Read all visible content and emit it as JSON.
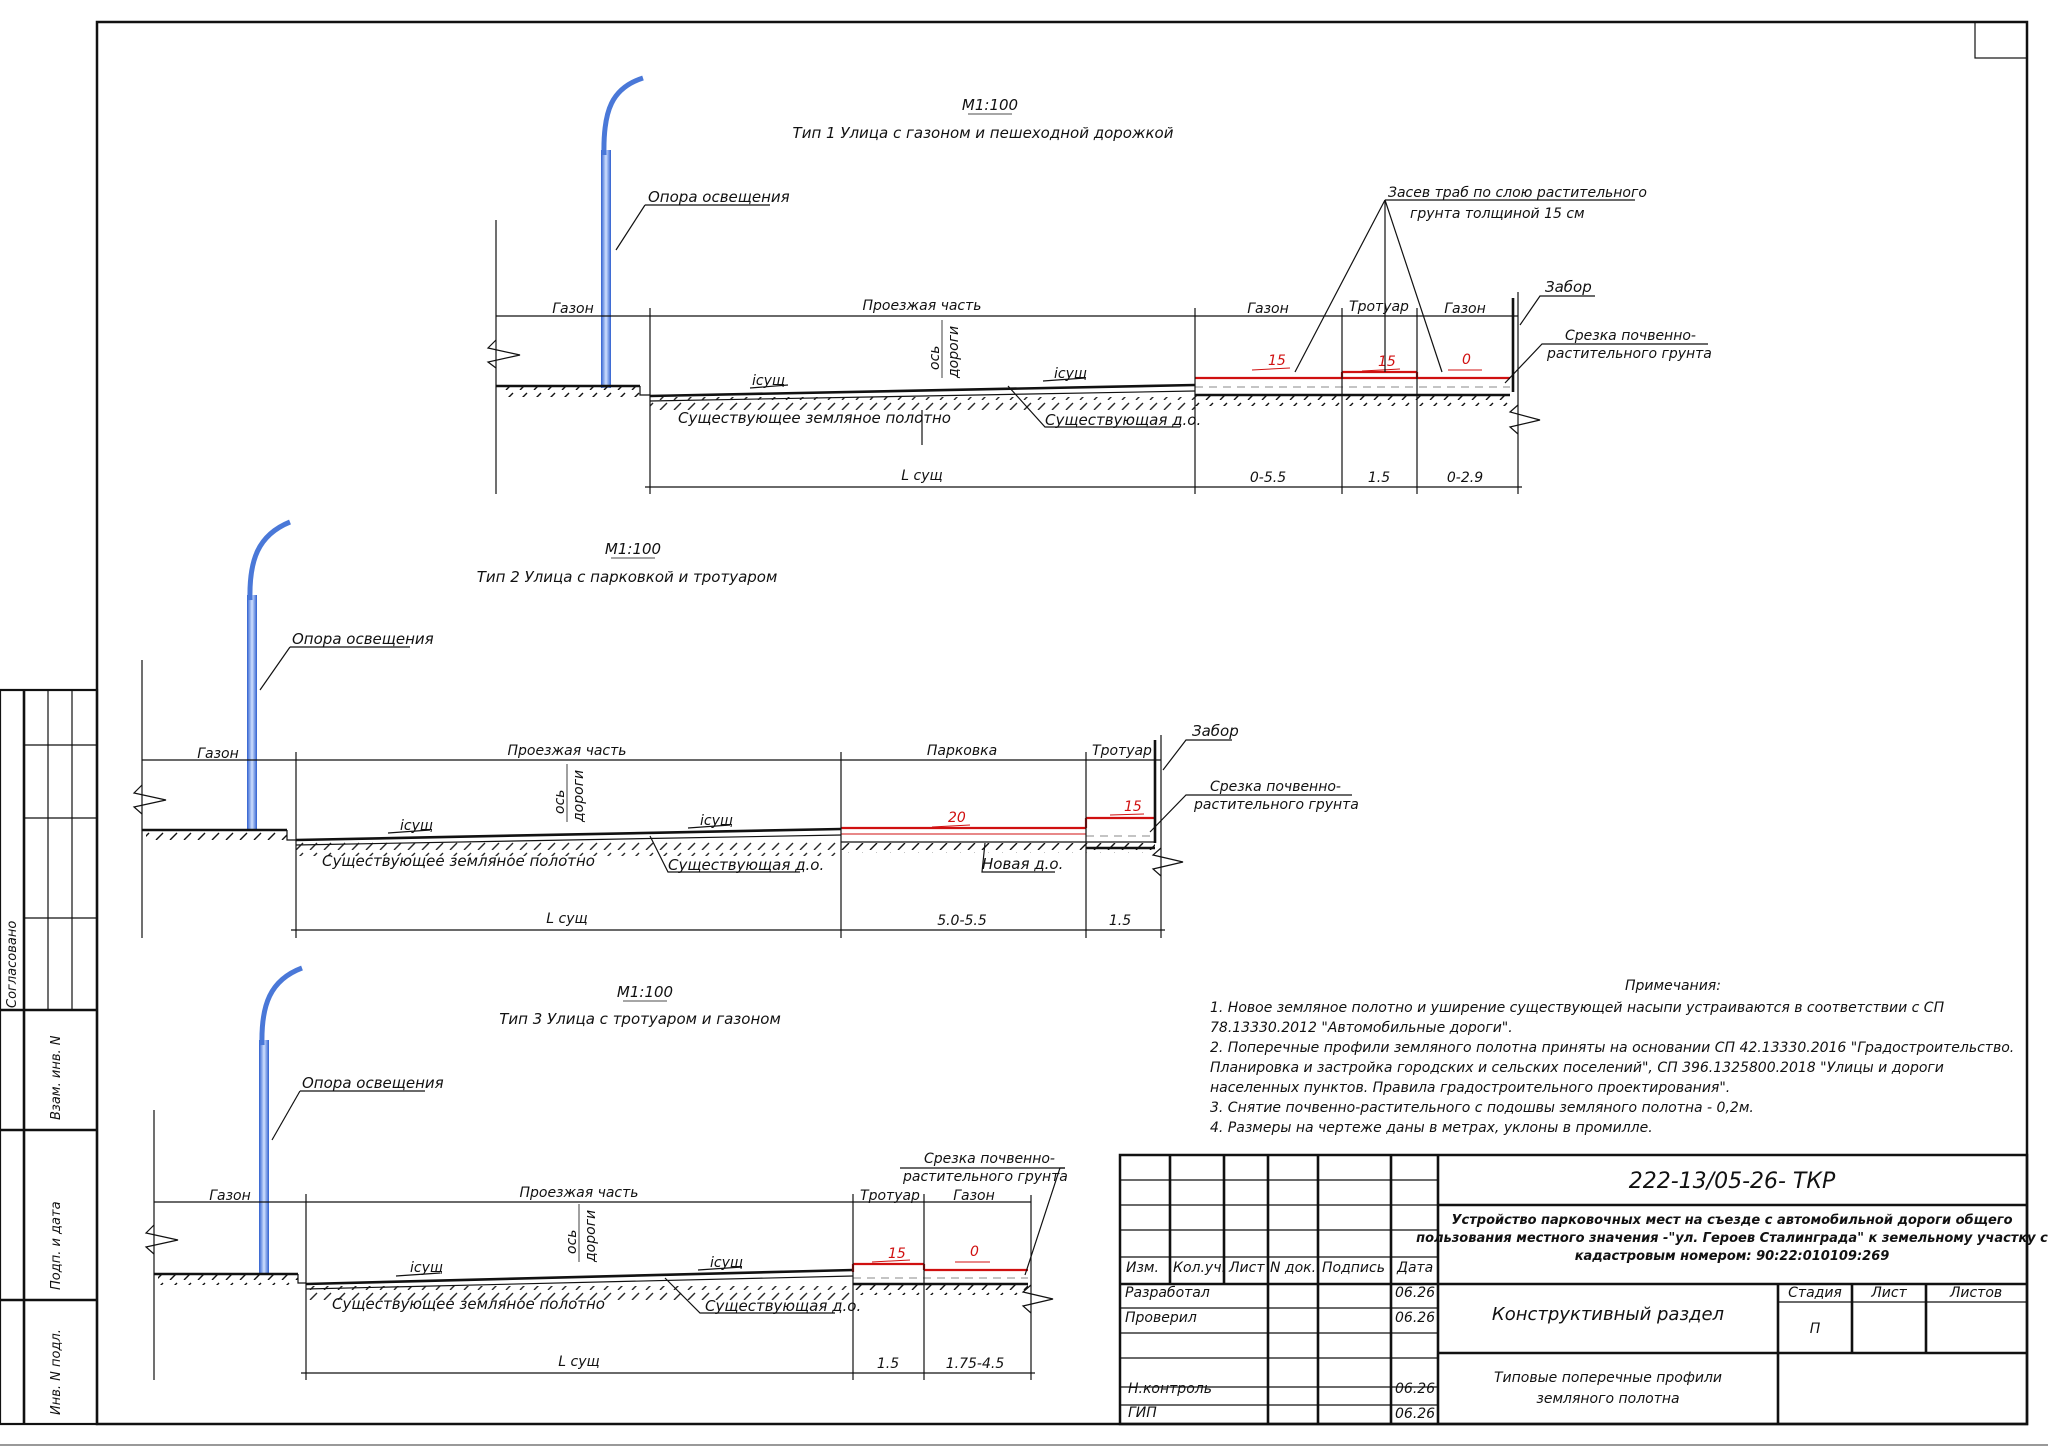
{
  "colors": {
    "line": "#111111",
    "red": "#d01010",
    "pole": "#4a78d8"
  },
  "icons": {
    "pole": "street-light-pole-icon",
    "arrow": "slope-arrow-icon",
    "break": "break-line-icon"
  },
  "profiles": [
    {
      "scale": "М1:100",
      "title": "Тип  1  Улица с газоном и пешеходной дорожкой",
      "pole_label": "Опора освещения",
      "zones": [
        "Газон",
        "Проезжая часть",
        "Газон",
        "Тротуар",
        "Газон"
      ],
      "axis_top": "ось",
      "axis_bottom": "дороги",
      "slope_left": "iсущ",
      "slope_right": "iсущ",
      "existing_subgrade": "Существующее земляное полотно",
      "existing_pavement": "Существующая д.о.",
      "grass_note_1": "Засев траб по слою растительного",
      "grass_note_2": "грунта толщиной 15 см",
      "fence": "Забор",
      "soil_cut_1": "Срезка почвенно-",
      "soil_cut_2": "растительного грунта",
      "slopes_red": [
        "15",
        "15",
        "0"
      ],
      "dims": [
        "L сущ",
        "0-5.5",
        "1.5",
        "0-2.9"
      ]
    },
    {
      "scale": "М1:100",
      "title": "Тип  2  Улица с парковкой и тротуаром",
      "pole_label": "Опора освещения",
      "zones": [
        "Газон",
        "Проезжая часть",
        "Парковка",
        "Тротуар"
      ],
      "axis_top": "ось",
      "axis_bottom": "дороги",
      "slope_left": "iсущ",
      "slope_right": "iсущ",
      "existing_subgrade": "Существующее земляное полотно",
      "existing_pavement": "Существующая д.о.",
      "new_pavement": "Новая д.о.",
      "fence": "Забор",
      "soil_cut_1": "Срезка почвенно-",
      "soil_cut_2": "растительного грунта",
      "slopes_red": [
        "20",
        "15"
      ],
      "dims": [
        "L сущ",
        "5.0-5.5",
        "1.5"
      ]
    },
    {
      "scale": "М1:100",
      "title": "Тип  3  Улица с тротуаром и газоном",
      "pole_label": "Опора освещения",
      "zones": [
        "Газон",
        "Проезжая часть",
        "Тротуар",
        "Газон"
      ],
      "axis_top": "ось",
      "axis_bottom": "дороги",
      "slope_left": "iсущ",
      "slope_right": "iсущ",
      "existing_subgrade": "Существующее земляное полотно",
      "existing_pavement": "Существующая д.о.",
      "soil_cut_1": "Срезка почвенно-",
      "soil_cut_2": "растительного грунта",
      "slopes_red": [
        "15",
        "0"
      ],
      "dims": [
        "L сущ",
        "1.5",
        "1.75-4.5"
      ]
    }
  ],
  "notes": {
    "title": "Примечания:",
    "lines": [
      "1. Новое земляное полотно и уширение существующей насыпи устраиваются в соответствии с СП",
      "78.13330.2012 \"Автомобильные дороги\".",
      "2. Поперечные профили земляного полотна приняты на основании СП 42.13330.2016 \"Градостроительство.",
      "Планировка и застройка городских и сельских поселений\", СП 396.1325800.2018 \"Улицы и дороги",
      "населенных пунктов. Правила градостроительного проектирования\".",
      "3. Снятие почвенно-растительного с подошвы земляного полотна - 0,2м.",
      "4. Размеры на чертеже даны в метрах, уклоны в промилле."
    ]
  },
  "title_block": {
    "code": "222-13/05-26- ТКР",
    "project_lines": [
      "Устройство парковочных мест на съезде с автомобильной дороги общего",
      "пользования местного значения -\"ул. Героев Сталинграда\" к земельному участку с",
      "кадастровым номером: 90:22:010109:269"
    ],
    "headers": [
      "Изм.",
      "Кол.уч.",
      "Лист",
      "N док.",
      "Подпись",
      "Дата"
    ],
    "roles": [
      {
        "role": "Разработал",
        "date": "06.26"
      },
      {
        "role": "Проверил",
        "date": "06.26"
      },
      {
        "role": "",
        "date": ""
      },
      {
        "role": "Н.контроль",
        "date": "06.26"
      },
      {
        "role": "ГИП",
        "date": "06.26"
      }
    ],
    "section": "Конструктивный   раздел",
    "stage_header": "Стадия",
    "sheet_header": "Лист",
    "sheets_header": "Листов",
    "stage": "П",
    "sheet_title_1": "Типовые поперечные профили",
    "sheet_title_2": "земляного полотна"
  },
  "side_stamp": {
    "agreed": "Согласовано",
    "inv_replace": "Взам. инв. N",
    "sign_date": "Подп. и дата",
    "inv_orig": "Инв. N подл."
  }
}
